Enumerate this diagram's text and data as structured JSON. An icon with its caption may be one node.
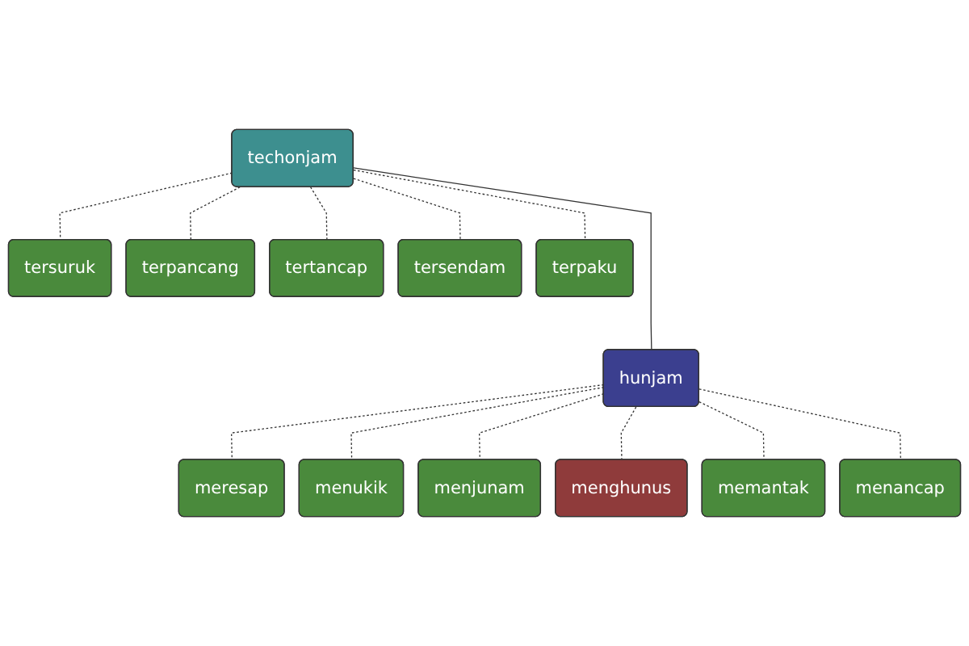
{
  "diagram": {
    "nodes": [
      {
        "text": [
          "techonjam"
        ]
      },
      {
        "text": [
          "tersuruk"
        ]
      },
      {
        "text": [
          "terpancang"
        ]
      },
      {
        "text": [
          "tertancap"
        ]
      },
      {
        "text": [
          "tersendam"
        ]
      },
      {
        "text": [
          "terpaku"
        ]
      },
      {
        "text": [
          "hunjam"
        ]
      },
      {
        "text": [
          "meresap"
        ]
      },
      {
        "text": [
          "menukik"
        ]
      },
      {
        "text": [
          "menjunam"
        ]
      },
      {
        "text": [
          "menghunus"
        ]
      },
      {
        "text": [
          "memantak"
        ]
      },
      {
        "text": [
          "menancap"
        ]
      }
    ],
    "edges": [
      {
        "from": 0,
        "to": 1,
        "arrow": "none",
        "style": "dashed"
      },
      {
        "from": 0,
        "to": 2,
        "arrow": "none",
        "style": "dashed"
      },
      {
        "from": 0,
        "to": 3,
        "arrow": "none",
        "style": "dashed"
      },
      {
        "from": 0,
        "to": 4,
        "arrow": "none",
        "style": "dashed"
      },
      {
        "from": 0,
        "to": 5,
        "arrow": "none",
        "style": "dashed"
      },
      {
        "from": 0,
        "to": 6,
        "arrow": "none"
      },
      {
        "from": 6,
        "to": 7,
        "arrow": "none",
        "style": "dashed"
      },
      {
        "from": 6,
        "to": 8,
        "arrow": "none",
        "style": "dashed"
      },
      {
        "from": 6,
        "to": 9,
        "arrow": "none",
        "style": "dashed"
      },
      {
        "from": 6,
        "to": 10,
        "arrow": "none",
        "style": "dashed"
      },
      {
        "from": 6,
        "to": 11,
        "arrow": "none",
        "style": "dashed"
      },
      {
        "from": 6,
        "to": 12,
        "arrow": "none",
        "style": "dashed"
      }
    ]
  }
}
